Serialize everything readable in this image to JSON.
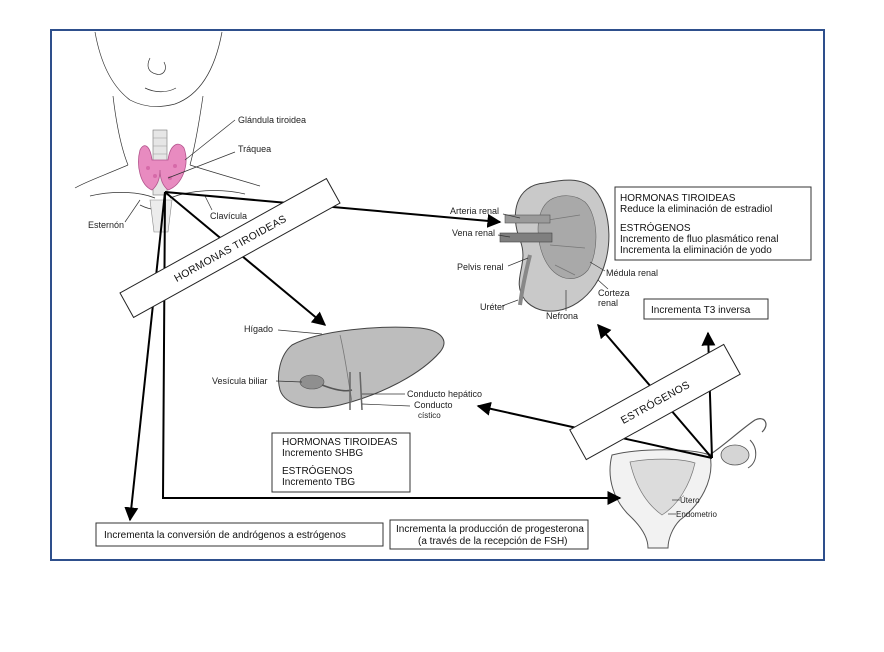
{
  "colors": {
    "frame_border": "#2e4f8c",
    "thyroid": "#e88bc0",
    "organ_fill": "#bdbdbd",
    "organ_dark": "#8a8a8a"
  },
  "neck": {
    "labels": {
      "thyroid_gland": "Glándula tiroidea",
      "trachea": "Tráquea",
      "sternum": "Esternón",
      "clavicle": "Clavícula"
    }
  },
  "kidney": {
    "labels": {
      "renal_artery": "Arteria renal",
      "renal_vein": "Vena renal",
      "renal_pelvis": "Pelvis renal",
      "ureter": "Uréter",
      "nephron": "Nefrona",
      "renal_medulla": "Médula renal",
      "renal_cortex_1": "Corteza",
      "renal_cortex_2": "renal"
    }
  },
  "liver": {
    "labels": {
      "liver": "Hígado",
      "gallbladder": "Vesícula biliar",
      "hepatic_duct": "Conducto hepático",
      "cystic_duct_1": "Conducto",
      "cystic_duct_2": "cístico"
    }
  },
  "uterus": {
    "labels": {
      "uterus": "Útero",
      "endometrium": "Endometrio"
    }
  },
  "banners": {
    "thyroid_hormones": "HORMONAS TIROIDEAS",
    "estrogens": "ESTRÓGENOS"
  },
  "boxes": {
    "kidney_effects": {
      "line1": "HORMONAS TIROIDEAS",
      "line2": "Reduce la eliminación de estradiol",
      "line3": "ESTRÓGENOS",
      "line4": "Incremento de fluo plasmático renal",
      "line5": "Incrementa la eliminación de yodo"
    },
    "t3_inverse": "Incrementa T3 inversa",
    "liver_effects": {
      "line1": "HORMONAS TIROIDEAS",
      "line2": "Incremento SHBG",
      "line3": "ESTRÓGENOS",
      "line4": "Incremento TBG"
    },
    "androgen_conversion": "Incrementa la conversión de andrógenos a estrógenos",
    "progesterone": {
      "line1": "Incrementa la producción de progesterona",
      "line2": "(a través de la recepción de FSH)"
    }
  }
}
